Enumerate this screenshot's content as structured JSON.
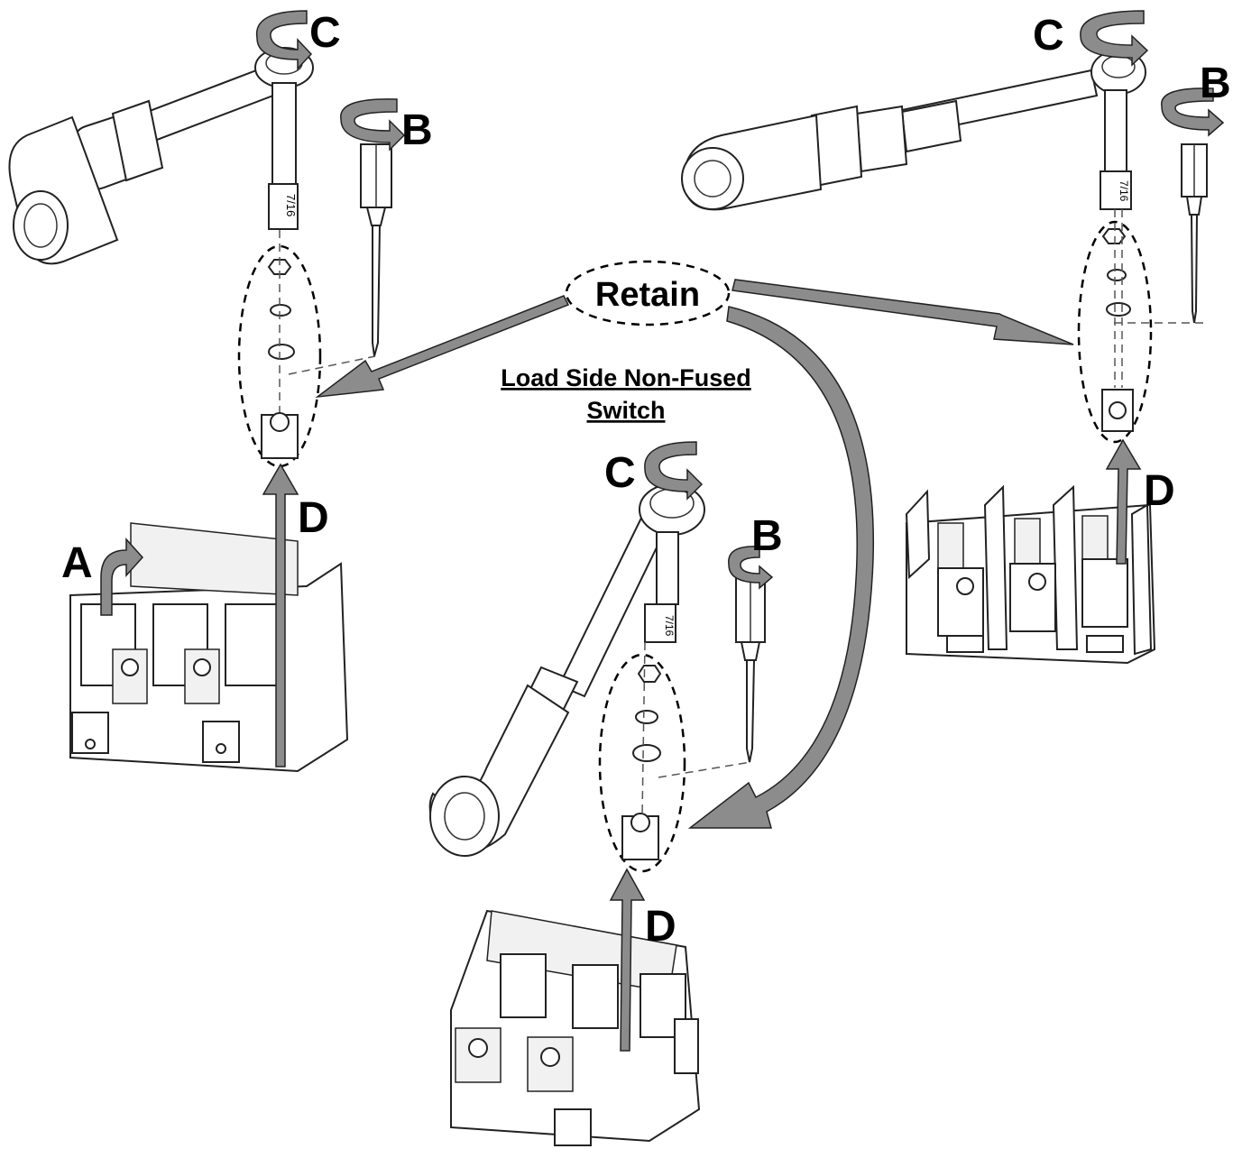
{
  "diagram": {
    "title_line1": "Load Side Non-Fused",
    "title_line2": "Switch",
    "retain_label": "Retain",
    "step_labels": {
      "a": "A",
      "b": "B",
      "c": "C",
      "d": "D"
    },
    "socket_marking": "7/16",
    "colors": {
      "arrow_fill": "#8c8c8c",
      "outline": "#222222",
      "background": "#ffffff"
    }
  }
}
